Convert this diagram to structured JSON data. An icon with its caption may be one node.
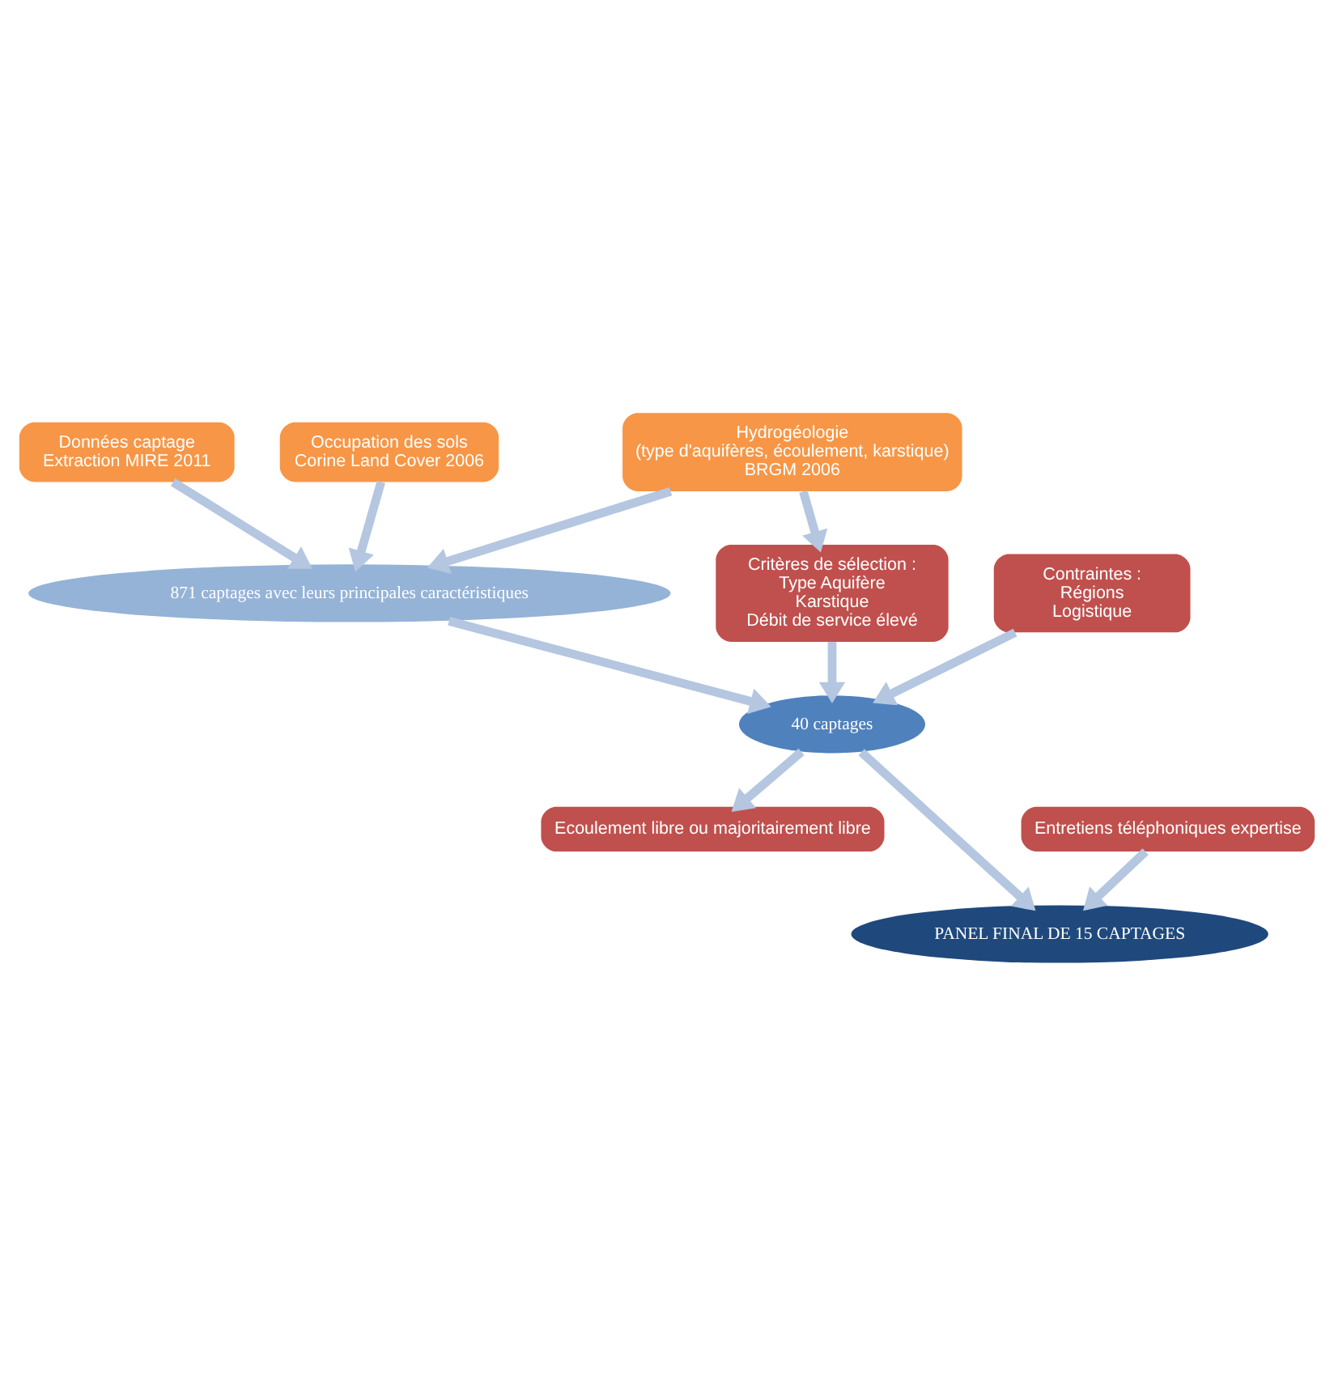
{
  "diagram": {
    "nodes": [
      {
        "text": [
          "Hydrogéologie",
          "(type d'aquifères, écoulement, karstique)",
          "BRGM 2006"
        ]
      },
      {
        "text": [
          "Données captage",
          "Extraction MIRE 2011"
        ]
      },
      {
        "text": [
          "Occupation des sols",
          "Corine Land Cover 2006"
        ]
      },
      {
        "text": [
          "871 captages avec leurs principales caractéristiques"
        ]
      },
      {
        "text": [
          "Critères de sélection :",
          "Type Aquifère",
          "Karstique",
          "Débit de service élevé"
        ]
      },
      {
        "text": [
          "Contraintes :",
          "Régions",
          "Logistique"
        ]
      },
      {
        "text": [
          "40 captages"
        ]
      },
      {
        "text": [
          "Ecoulement libre ou majoritairement libre"
        ]
      },
      {
        "text": [
          "Entretiens téléphoniques expertise"
        ]
      },
      {
        "text": [
          "PANEL FINAL DE 15 CAPTAGES"
        ]
      }
    ],
    "edges": [
      {
        "from": 0,
        "to": 3,
        "arrow": "to"
      },
      {
        "from": 1,
        "to": 3,
        "arrow": "to"
      },
      {
        "from": 2,
        "to": 3,
        "arrow": "to"
      },
      {
        "from": 0,
        "to": 4,
        "arrow": "to"
      },
      {
        "from": 3,
        "to": 6,
        "arrow": "to"
      },
      {
        "from": 4,
        "to": 6,
        "arrow": "to"
      },
      {
        "from": 5,
        "to": 6,
        "arrow": "to"
      },
      {
        "from": 6,
        "to": 7,
        "arrow": "to"
      },
      {
        "from": 6,
        "to": 9,
        "arrow": "to"
      },
      {
        "from": 8,
        "to": 9,
        "arrow": "to"
      }
    ]
  }
}
